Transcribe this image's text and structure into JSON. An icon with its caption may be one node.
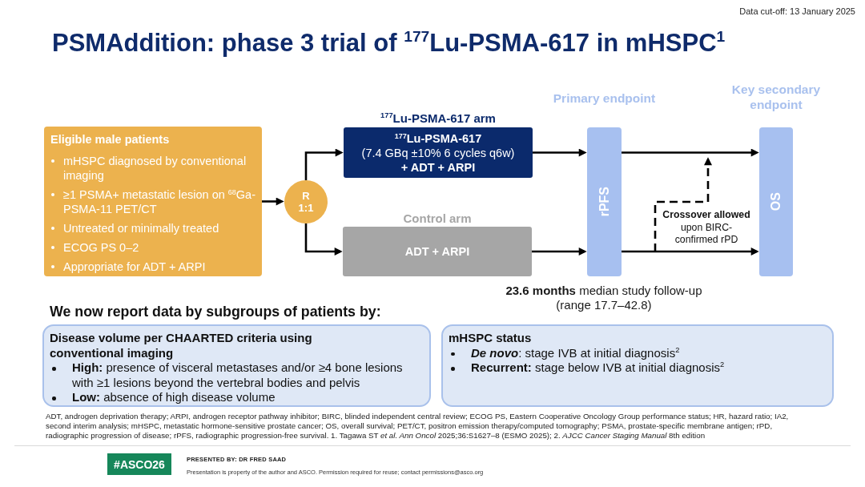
{
  "diagram": {
    "title": "PSMAddition: phase 3 trial of $^{177}$Lu-PSMA-617 in mHSPC$^{1}$",
    "nodes": [
      {
        "text": [
          "Eligible male patients",
          "mHSPC diagnosed by conventional imaging",
          "≥1 PSMA+ metastatic lesion on $^{68}$Ga-PSMA-11 PET/CT",
          "Untreated or minimally treated",
          "ECOG PS 0–2",
          "Appropriate for ADT + ARPI"
        ]
      },
      {
        "text": [
          "R 1:1"
        ]
      },
      {
        "text": [
          "$^{177}$Lu-PSMA-617 arm",
          "$^{177}$Lu-PSMA-617",
          "(7.4 GBq ±10% 6 cycles q6w)",
          "+ ADT + ARPI"
        ]
      },
      {
        "text": [
          "Control arm",
          "ADT + ARPI"
        ]
      },
      {
        "text": [
          "Primary endpoint",
          "rPFS"
        ]
      },
      {
        "text": [
          "Key secondary endpoint",
          "OS"
        ]
      },
      {
        "text": [
          "Disease volume per CHAARTED criteria using conventional imaging",
          "**High:** presence of visceral metastases and/or ≥4 bone lesions with ≥1 lesions beyond the vertebral bodies and pelvis",
          "**Low:** absence of high disease volume"
        ]
      },
      {
        "text": [
          "mHSPC status",
          "**De novo**: stage IVB at initial diagnosis$^{2}$",
          "**Recurrent:** stage below IVB at initial diagnosis$^{2}$"
        ]
      }
    ],
    "edges": [
      {
        "from": 0,
        "to": 1,
        "arrow": "to"
      },
      {
        "from": 1,
        "to": 2,
        "arrow": "to"
      },
      {
        "from": 1,
        "to": 3,
        "arrow": "to"
      },
      {
        "from": 2,
        "to": 4,
        "arrow": "to"
      },
      {
        "from": 3,
        "to": 4,
        "arrow": "to"
      },
      {
        "from": 4,
        "to": 5,
        "arrow": "to"
      },
      {
        "from": 4,
        "to": 5,
        "arrow": "to"
      }
    ],
    "labels": [
      "Data cut-off: 13 January 2025",
      "**Crossover allowed** upon BIRC-confirmed rPD",
      "**23.6 months** median study follow-up (range 17.7–42.8)",
      "We now report data by subgroups of patients by:",
      "ADT, androgen deprivation therapy; ARPI, androgen receptor pathway inhibitor; BIRC, blinded independent central review; ECOG PS, Eastern Cooperative Oncology Group performance status; HR, hazard ratio; IA2, second interim analysis; mHSPC, metastatic hormone-sensitive prostate cancer; OS, overall survival; PET/CT, positron emission therapy/computed tomography; PSMA, prostate-specific membrane antigen; rPD, radiographic progression of disease; rPFS, radiographic progression-free survival. 1. Tagawa ST *et al. Ann Oncol* 2025;36:S1627–8 (ESMO 2025); 2. *AJCC Cancer Staging Manual* 8th edition",
      "#ASCO26",
      "PRESENTED BY: DR FRED SAAD",
      "Presentation is property of the author and ASCO. Permission required for reuse; contact permissions@asco.org"
    ]
  }
}
